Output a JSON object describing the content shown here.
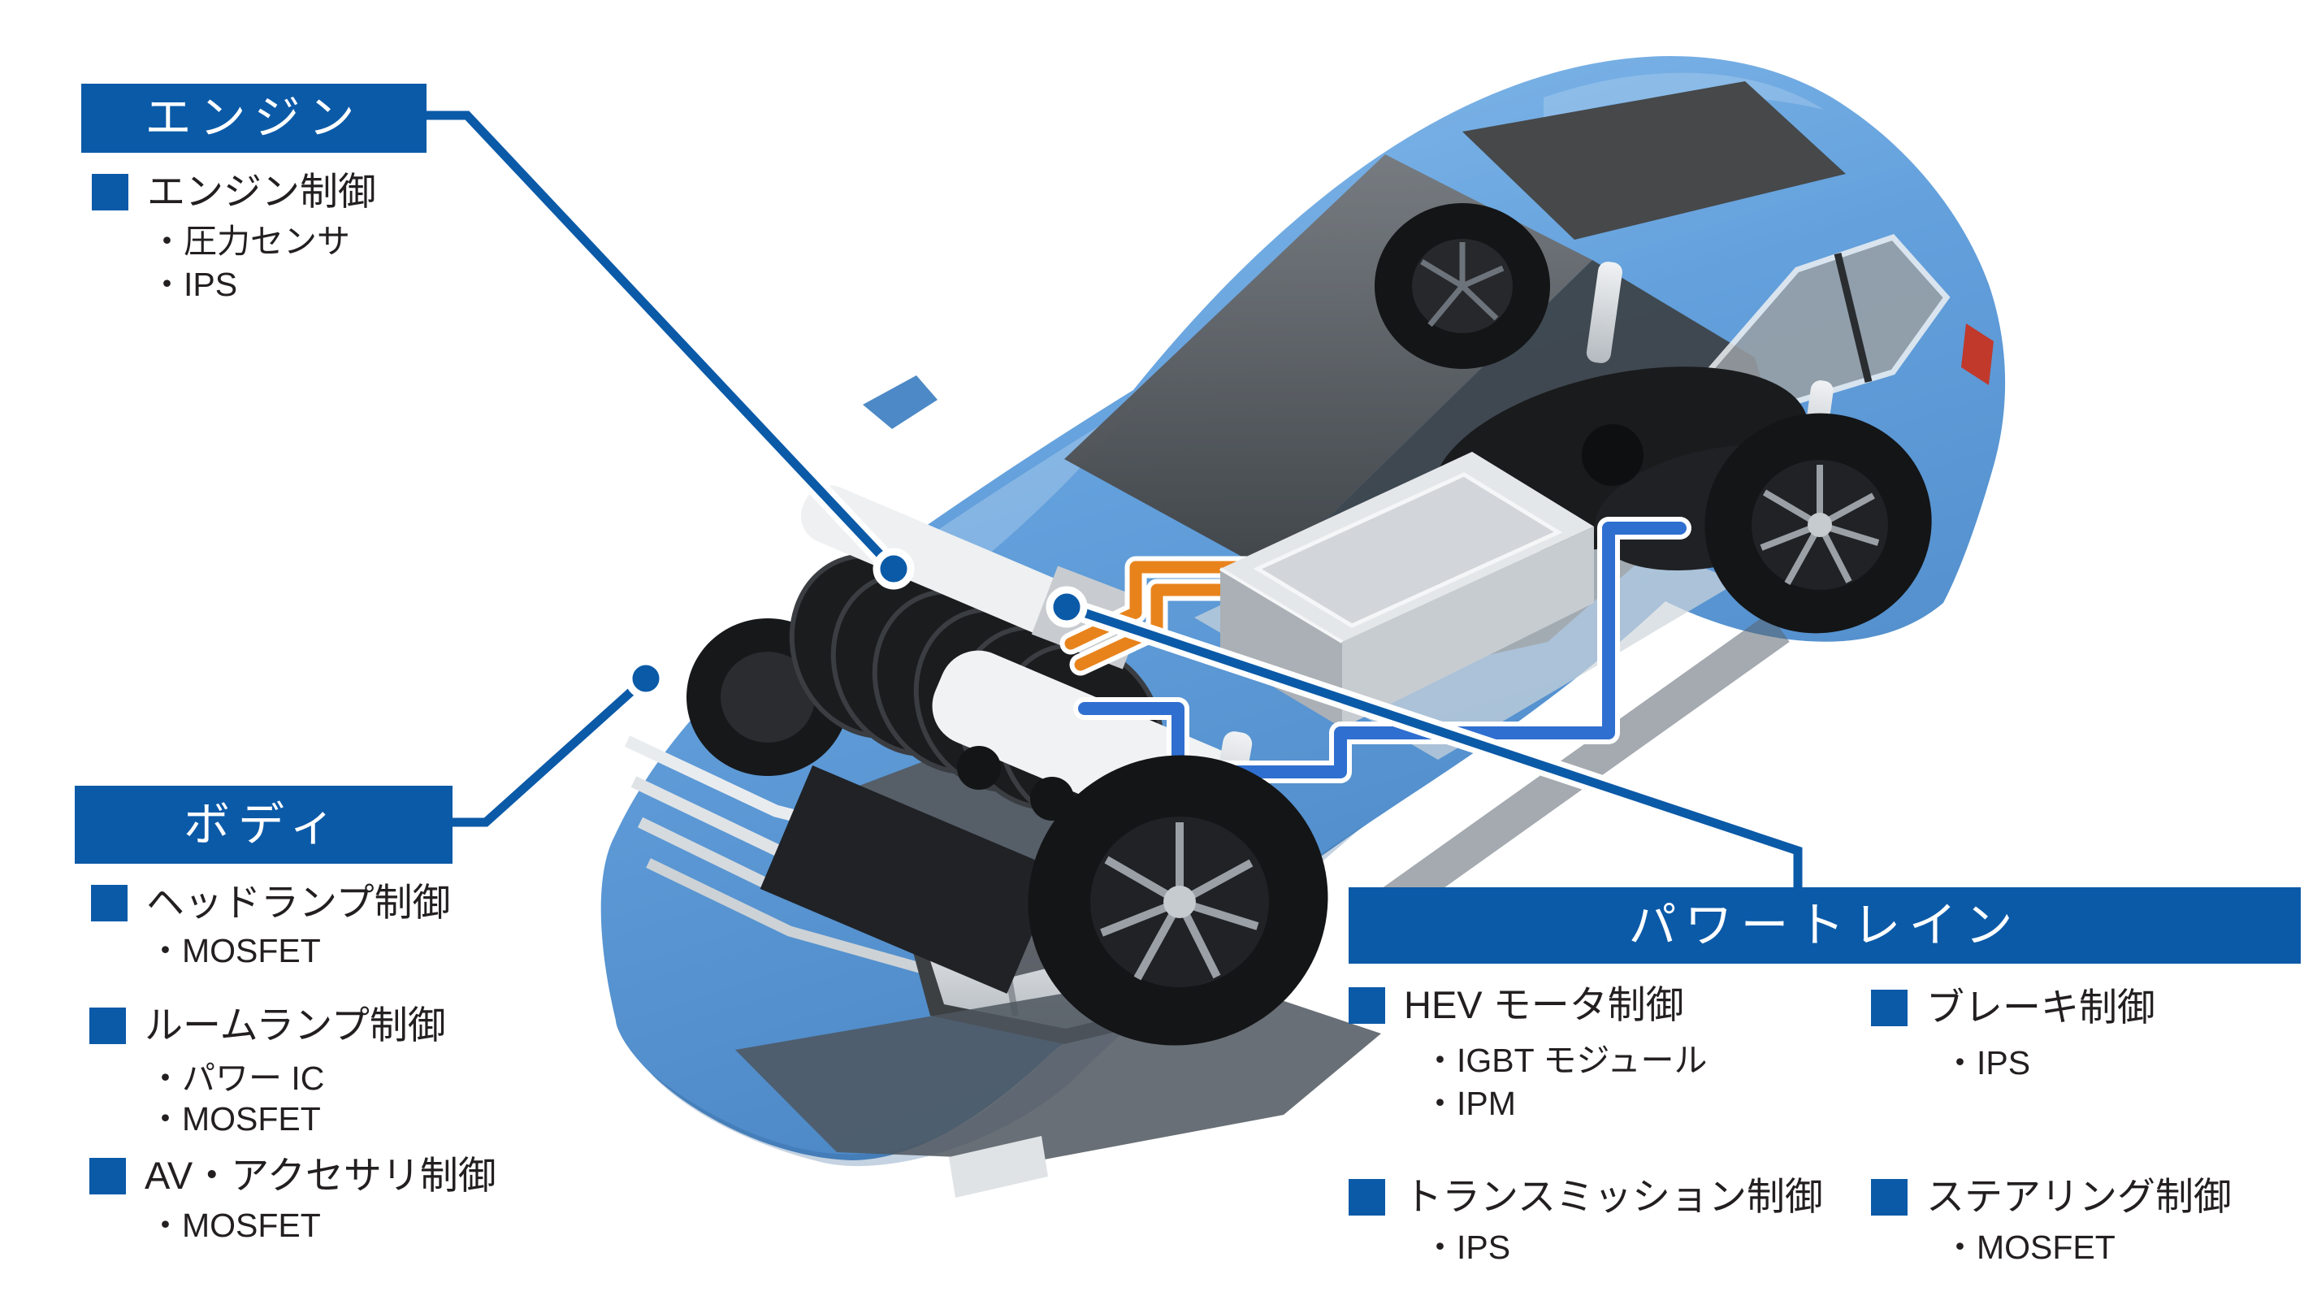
{
  "colors": {
    "accent_blue": "#0b5aa8",
    "text_black": "#231f20",
    "car_body_blue": "#63a0dc",
    "cable_orange": "#e8831c",
    "cable_blue": "#2f6fd0"
  },
  "sections": {
    "engine": {
      "title": "エンジン",
      "items": [
        {
          "label": "エンジン制御",
          "subs": [
            "・圧力センサ",
            "・IPS"
          ]
        }
      ]
    },
    "body": {
      "title": "ボディ",
      "items": [
        {
          "label": "ヘッドランプ制御",
          "subs": [
            "・MOSFET"
          ]
        },
        {
          "label": "ルームランプ制御",
          "subs": [
            "・パワー IC",
            "・MOSFET"
          ]
        },
        {
          "label": "AV・アクセサリ制御",
          "subs": [
            "・MOSFET"
          ]
        }
      ]
    },
    "powertrain": {
      "title": "パワートレイン",
      "items": [
        {
          "label": "HEV モータ制御",
          "subs": [
            "・IGBT モジュール",
            "・IPM"
          ]
        },
        {
          "label": "ブレーキ制御",
          "subs": [
            "・IPS"
          ]
        },
        {
          "label": "トランスミッション制御",
          "subs": [
            "・IPS"
          ]
        },
        {
          "label": "ステアリング制御",
          "subs": [
            "・MOSFET"
          ]
        }
      ]
    }
  }
}
